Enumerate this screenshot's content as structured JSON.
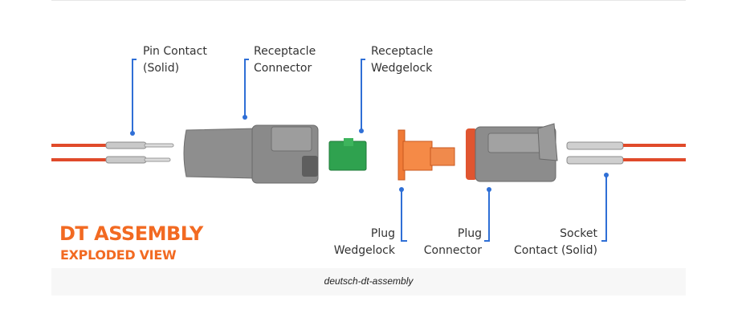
{
  "title": "DT ASSEMBLY",
  "subtitle": "EXPLODED VIEW",
  "caption": "deutsch-dt-assembly",
  "labels": {
    "pin_contact": [
      "Pin Contact",
      "(Solid)"
    ],
    "receptacle_connector": [
      "Receptacle",
      "Connector"
    ],
    "receptacle_wedgelock": [
      "Receptacle",
      "Wedgelock"
    ],
    "plug_wedgelock": [
      "Plug",
      "Wedgelock"
    ],
    "plug_connector": [
      "Plug",
      "Connector"
    ],
    "socket_contact": [
      "Socket",
      "Contact (Solid)"
    ]
  },
  "colors": {
    "accent": "#f26a22",
    "leader": "#2f6fd6",
    "connector_gray": "#8a8a8a",
    "wedgelock_green": "#2fa24f",
    "wedgelock_orange": "#f07a36",
    "wire_red": "#e04a2a"
  }
}
